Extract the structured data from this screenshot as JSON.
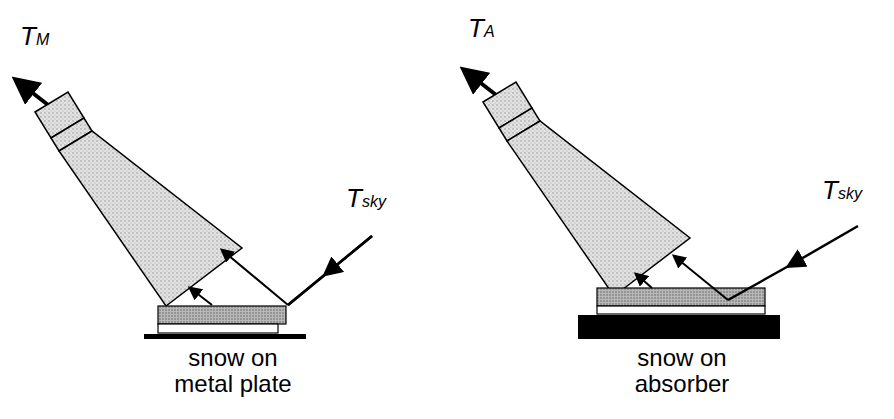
{
  "diagram": {
    "labels": [
      "TM",
      "Tsky",
      "snow on metal plate",
      "TA",
      "Tsky",
      "snow on absorber"
    ]
  }
}
